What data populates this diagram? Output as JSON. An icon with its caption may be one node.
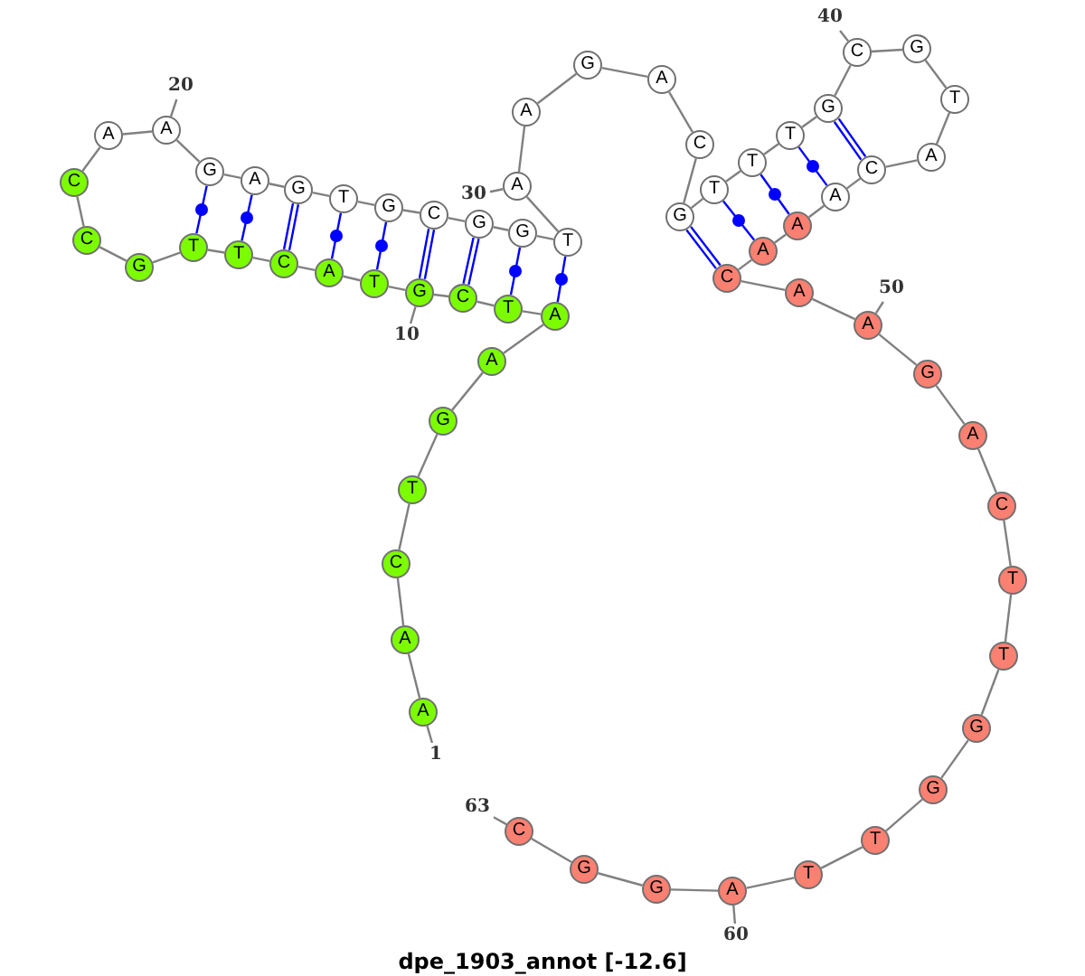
{
  "diagram": {
    "caption": "dpe_1903_annot [-12.6]",
    "nodes": [
      {
        "text": [
          "A"
        ]
      },
      {
        "text": [
          "A"
        ]
      },
      {
        "text": [
          "C"
        ]
      },
      {
        "text": [
          "T"
        ]
      },
      {
        "text": [
          "G"
        ]
      },
      {
        "text": [
          "A"
        ]
      },
      {
        "text": [
          "A"
        ]
      },
      {
        "text": [
          "T"
        ]
      },
      {
        "text": [
          "C"
        ]
      },
      {
        "text": [
          "G"
        ]
      },
      {
        "text": [
          "T"
        ]
      },
      {
        "text": [
          "A"
        ]
      },
      {
        "text": [
          "C"
        ]
      },
      {
        "text": [
          "T"
        ]
      },
      {
        "text": [
          "T"
        ]
      },
      {
        "text": [
          "G"
        ]
      },
      {
        "text": [
          "C"
        ]
      },
      {
        "text": [
          "C"
        ]
      },
      {
        "text": [
          "A"
        ]
      },
      {
        "text": [
          "A"
        ]
      },
      {
        "text": [
          "G"
        ]
      },
      {
        "text": [
          "A"
        ]
      },
      {
        "text": [
          "G"
        ]
      },
      {
        "text": [
          "T"
        ]
      },
      {
        "text": [
          "G"
        ]
      },
      {
        "text": [
          "C"
        ]
      },
      {
        "text": [
          "G"
        ]
      },
      {
        "text": [
          "G"
        ]
      },
      {
        "text": [
          "T"
        ]
      },
      {
        "text": [
          "A"
        ]
      },
      {
        "text": [
          "A"
        ]
      },
      {
        "text": [
          "G"
        ]
      },
      {
        "text": [
          "A"
        ]
      },
      {
        "text": [
          "C"
        ]
      },
      {
        "text": [
          "G"
        ]
      },
      {
        "text": [
          "T"
        ]
      },
      {
        "text": [
          "T"
        ]
      },
      {
        "text": [
          "T"
        ]
      },
      {
        "text": [
          "G"
        ]
      },
      {
        "text": [
          "C"
        ]
      },
      {
        "text": [
          "G"
        ]
      },
      {
        "text": [
          "T"
        ]
      },
      {
        "text": [
          "A"
        ]
      },
      {
        "text": [
          "C"
        ]
      },
      {
        "text": [
          "A"
        ]
      },
      {
        "text": [
          "A"
        ]
      },
      {
        "text": [
          "A"
        ]
      },
      {
        "text": [
          "C"
        ]
      },
      {
        "text": [
          "A"
        ]
      },
      {
        "text": [
          "A"
        ]
      },
      {
        "text": [
          "G"
        ]
      },
      {
        "text": [
          "A"
        ]
      },
      {
        "text": [
          "C"
        ]
      },
      {
        "text": [
          "T"
        ]
      },
      {
        "text": [
          "T"
        ]
      },
      {
        "text": [
          "G"
        ]
      },
      {
        "text": [
          "G"
        ]
      },
      {
        "text": [
          "T"
        ]
      },
      {
        "text": [
          "T"
        ]
      },
      {
        "text": [
          "A"
        ]
      },
      {
        "text": [
          "G"
        ]
      },
      {
        "text": [
          "G"
        ]
      },
      {
        "text": [
          "C"
        ]
      },
      {
        "text": [
          "1"
        ]
      },
      {
        "text": [
          "10"
        ]
      },
      {
        "text": [
          "20"
        ]
      },
      {
        "text": [
          "30"
        ]
      },
      {
        "text": [
          "40"
        ]
      },
      {
        "text": [
          "50"
        ]
      },
      {
        "text": [
          "60"
        ]
      },
      {
        "text": [
          "63"
        ]
      }
    ],
    "edges": [
      {
        "from": 0,
        "to": 1,
        "arrow": "none"
      },
      {
        "from": 1,
        "to": 2,
        "arrow": "none"
      },
      {
        "from": 2,
        "to": 3,
        "arrow": "none"
      },
      {
        "from": 3,
        "to": 4,
        "arrow": "none"
      },
      {
        "from": 4,
        "to": 5,
        "arrow": "none"
      },
      {
        "from": 5,
        "to": 6,
        "arrow": "none"
      },
      {
        "from": 6,
        "to": 7,
        "arrow": "none"
      },
      {
        "from": 7,
        "to": 8,
        "arrow": "none"
      },
      {
        "from": 8,
        "to": 9,
        "arrow": "none"
      },
      {
        "from": 9,
        "to": 10,
        "arrow": "none"
      },
      {
        "from": 10,
        "to": 11,
        "arrow": "none"
      },
      {
        "from": 11,
        "to": 12,
        "arrow": "none"
      },
      {
        "from": 12,
        "to": 13,
        "arrow": "none"
      },
      {
        "from": 13,
        "to": 14,
        "arrow": "none"
      },
      {
        "from": 14,
        "to": 15,
        "arrow": "none"
      },
      {
        "from": 15,
        "to": 16,
        "arrow": "none"
      },
      {
        "from": 16,
        "to": 17,
        "arrow": "none"
      },
      {
        "from": 17,
        "to": 18,
        "arrow": "none"
      },
      {
        "from": 18,
        "to": 19,
        "arrow": "none"
      },
      {
        "from": 19,
        "to": 20,
        "arrow": "none"
      },
      {
        "from": 20,
        "to": 21,
        "arrow": "none"
      },
      {
        "from": 21,
        "to": 22,
        "arrow": "none"
      },
      {
        "from": 22,
        "to": 23,
        "arrow": "none"
      },
      {
        "from": 23,
        "to": 24,
        "arrow": "none"
      },
      {
        "from": 24,
        "to": 25,
        "arrow": "none"
      },
      {
        "from": 25,
        "to": 26,
        "arrow": "none"
      },
      {
        "from": 26,
        "to": 27,
        "arrow": "none"
      },
      {
        "from": 27,
        "to": 28,
        "arrow": "none"
      },
      {
        "from": 28,
        "to": 29,
        "arrow": "none"
      },
      {
        "from": 29,
        "to": 30,
        "arrow": "none"
      },
      {
        "from": 30,
        "to": 31,
        "arrow": "none"
      },
      {
        "from": 31,
        "to": 32,
        "arrow": "none"
      },
      {
        "from": 32,
        "to": 33,
        "arrow": "none"
      },
      {
        "from": 33,
        "to": 34,
        "arrow": "none"
      },
      {
        "from": 34,
        "to": 35,
        "arrow": "none"
      },
      {
        "from": 35,
        "to": 36,
        "arrow": "none"
      },
      {
        "from": 36,
        "to": 37,
        "arrow": "none"
      },
      {
        "from": 37,
        "to": 38,
        "arrow": "none"
      },
      {
        "from": 38,
        "to": 39,
        "arrow": "none"
      },
      {
        "from": 39,
        "to": 40,
        "arrow": "none"
      },
      {
        "from": 40,
        "to": 41,
        "arrow": "none"
      },
      {
        "from": 41,
        "to": 42,
        "arrow": "none"
      },
      {
        "from": 42,
        "to": 43,
        "arrow": "none"
      },
      {
        "from": 43,
        "to": 44,
        "arrow": "none"
      },
      {
        "from": 44,
        "to": 45,
        "arrow": "none"
      },
      {
        "from": 45,
        "to": 46,
        "arrow": "none"
      },
      {
        "from": 46,
        "to": 47,
        "arrow": "none"
      },
      {
        "from": 47,
        "to": 48,
        "arrow": "none"
      },
      {
        "from": 48,
        "to": 49,
        "arrow": "none"
      },
      {
        "from": 49,
        "to": 50,
        "arrow": "none"
      },
      {
        "from": 50,
        "to": 51,
        "arrow": "none"
      },
      {
        "from": 51,
        "to": 52,
        "arrow": "none"
      },
      {
        "from": 52,
        "to": 53,
        "arrow": "none"
      },
      {
        "from": 53,
        "to": 54,
        "arrow": "none"
      },
      {
        "from": 54,
        "to": 55,
        "arrow": "none"
      },
      {
        "from": 55,
        "to": 56,
        "arrow": "none"
      },
      {
        "from": 56,
        "to": 57,
        "arrow": "none"
      },
      {
        "from": 57,
        "to": 58,
        "arrow": "none"
      },
      {
        "from": 58,
        "to": 59,
        "arrow": "none"
      },
      {
        "from": 59,
        "to": 60,
        "arrow": "none"
      },
      {
        "from": 60,
        "to": 61,
        "arrow": "none"
      },
      {
        "from": 61,
        "to": 62,
        "arrow": "none"
      },
      {
        "from": 20,
        "to": 14,
        "arrow": "none",
        "color": "#0000ff"
      },
      {
        "from": 21,
        "to": 13,
        "arrow": "none",
        "color": "#0000ff"
      },
      {
        "from": 22,
        "to": 12,
        "arrow": "none",
        "color": "#0000ff"
      },
      {
        "from": 23,
        "to": 11,
        "arrow": "none",
        "color": "#0000ff"
      },
      {
        "from": 24,
        "to": 10,
        "arrow": "none",
        "color": "#0000ff"
      },
      {
        "from": 25,
        "to": 9,
        "arrow": "none",
        "color": "#0000ff"
      },
      {
        "from": 26,
        "to": 8,
        "arrow": "none",
        "color": "#0000ff"
      },
      {
        "from": 27,
        "to": 7,
        "arrow": "none",
        "color": "#0000ff"
      },
      {
        "from": 28,
        "to": 6,
        "arrow": "none",
        "color": "#0000ff"
      },
      {
        "from": 34,
        "to": 47,
        "arrow": "none",
        "color": "#0000ff"
      },
      {
        "from": 35,
        "to": 46,
        "arrow": "none",
        "color": "#0000ff"
      },
      {
        "from": 36,
        "to": 45,
        "arrow": "none",
        "color": "#0000ff"
      },
      {
        "from": 37,
        "to": 44,
        "arrow": "none",
        "color": "#0000ff"
      },
      {
        "from": 38,
        "to": 43,
        "arrow": "none",
        "color": "#0000ff"
      },
      {
        "from": 63,
        "to": 0,
        "arrow": "none"
      },
      {
        "from": 64,
        "to": 9,
        "arrow": "none"
      },
      {
        "from": 65,
        "to": 19,
        "arrow": "none"
      },
      {
        "from": 66,
        "to": 29,
        "arrow": "none"
      },
      {
        "from": 67,
        "to": 39,
        "arrow": "none"
      },
      {
        "from": 68,
        "to": 49,
        "arrow": "none"
      },
      {
        "from": 69,
        "to": 59,
        "arrow": "none"
      },
      {
        "from": 70,
        "to": 62,
        "arrow": "none"
      }
    ]
  }
}
